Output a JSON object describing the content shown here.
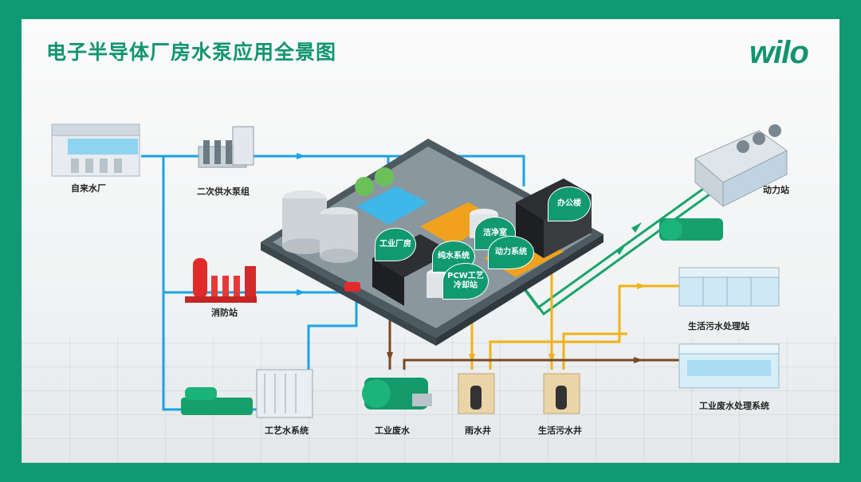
{
  "title": "电子半导体厂房水泵应用全景图",
  "logo": "wilo",
  "colors": {
    "blue_line": "#1aa3e6",
    "green_line": "#17a56a",
    "yellow_line": "#f1b219",
    "brown_line": "#7a4a23",
    "brand": "#12956f"
  },
  "nodes": {
    "waterworks": "自来水厂",
    "booster": "二次供水泵组",
    "fire": "消防站",
    "process_water": "工艺水系统",
    "industrial_waste": "工业废水",
    "rain_well": "雨水井",
    "sewage_well": "生活污水井",
    "power_station": "动力站",
    "sewage_plant": "生活污水处理站",
    "waste_system": "工业废水处理系统"
  },
  "bubbles": {
    "factory": "工业厂房",
    "pure_water": "纯水系统",
    "pcw_line1": "PCW工艺",
    "pcw_line2": "冷却站",
    "cleanroom": "洁净室",
    "power_sys": "动力系统",
    "office": "办公楼"
  }
}
